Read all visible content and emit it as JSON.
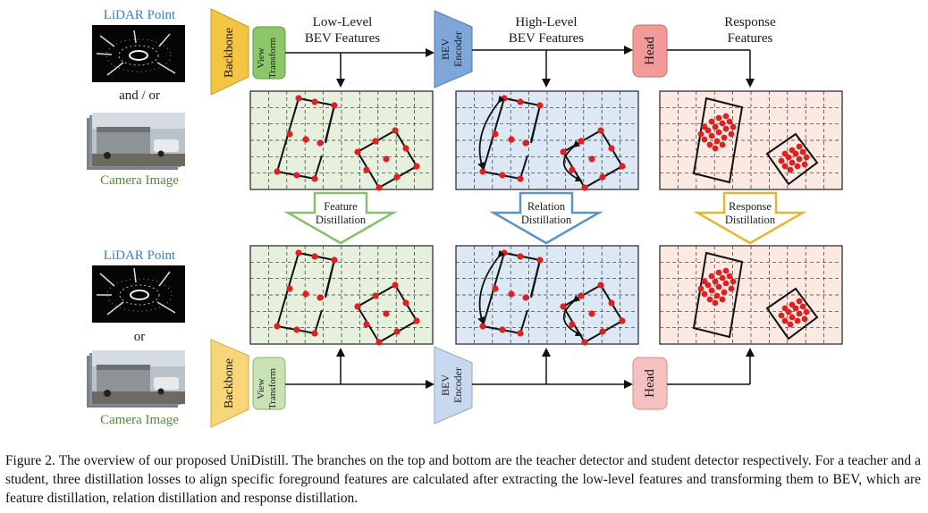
{
  "labels": {
    "lidar_top": "LiDAR Point",
    "and_or": "and / or",
    "camera_top": "Camera Image",
    "lidar_bottom": "LiDAR Point",
    "or": "or",
    "camera_bottom": "Camera Image",
    "backbone": "Backbone",
    "view_transform_1": "View",
    "view_transform_2": "Transform",
    "bev_encoder_1": "BEV",
    "bev_encoder_2": "Encoder",
    "head": "Head",
    "low_level_1": "Low-Level",
    "low_level_2": "BEV Features",
    "high_level_1": "High-Level",
    "high_level_2": "BEV Features",
    "response_1": "Response",
    "response_2": "Features",
    "feature_distill_1": "Feature",
    "feature_distill_2": "Distillation",
    "relation_distill_1": "Relation",
    "relation_distill_2": "Distillation",
    "response_distill_1": "Response",
    "response_distill_2": "Distillation"
  },
  "colors": {
    "backbone": "#f4c542",
    "view_transform": "#8cc86a",
    "bev_encoder_top": "#7ea6d8",
    "bev_encoder_bottom": "#c8d8ee",
    "head_top": "#f29a9a",
    "head_bottom": "#f6c0c0",
    "panel_green": "#e6f0dc",
    "panel_blue": "#dce8f4",
    "panel_pink": "#fbe9e2",
    "arrow_feature": "#86c06a",
    "arrow_relation": "#5b92c8",
    "arrow_response": "#e8b530",
    "dot": "#e02020"
  },
  "caption": "Figure 2.  The overview of our proposed UniDistill. The branches on the top and bottom are the teacher detector and student detector respectively. For a teacher and a student, three distillation losses to align specific foreground features are calculated after extracting the low-level features and transforming them to BEV, which are feature distillation, relation distillation and response distillation."
}
